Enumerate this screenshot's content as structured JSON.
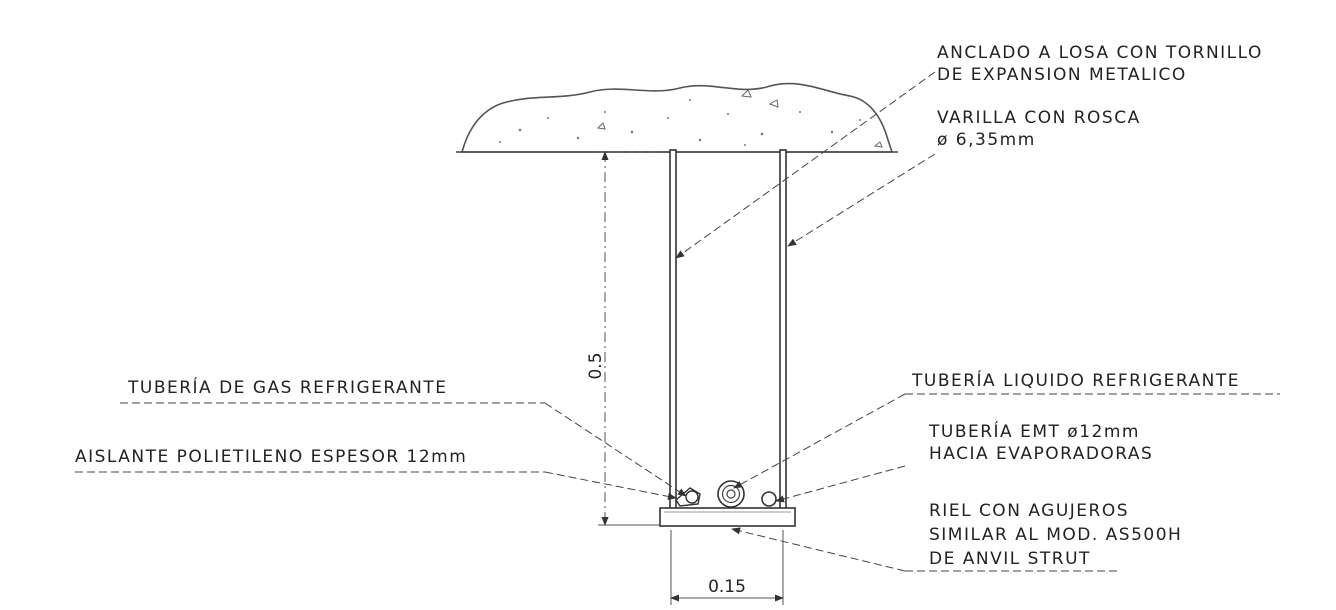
{
  "drawing": {
    "labels": {
      "anchor_line1": "ANCLADO A LOSA CON TORNILLO",
      "anchor_line2": "DE EXPANSION METALICO",
      "rod_line1": "VARILLA CON ROSCA",
      "rod_line2": "ø 6,35mm",
      "gas_pipe": "TUBERÍA DE GAS REFRIGERANTE",
      "insulation": "AISLANTE POLIETILENO ESPESOR 12mm",
      "liquid_pipe": "TUBERÍA LIQUIDO REFRIGERANTE",
      "emt_line1": "TUBERÍA EMT ø12mm",
      "emt_line2": "HACIA EVAPORADORAS",
      "rail_line1": "RIEL CON AGUJEROS",
      "rail_line2": "SIMILAR AL MOD. AS500H",
      "rail_line3": "DE ANVIL STRUT"
    },
    "dimensions": {
      "height": "0.5",
      "width": "0.15"
    }
  }
}
